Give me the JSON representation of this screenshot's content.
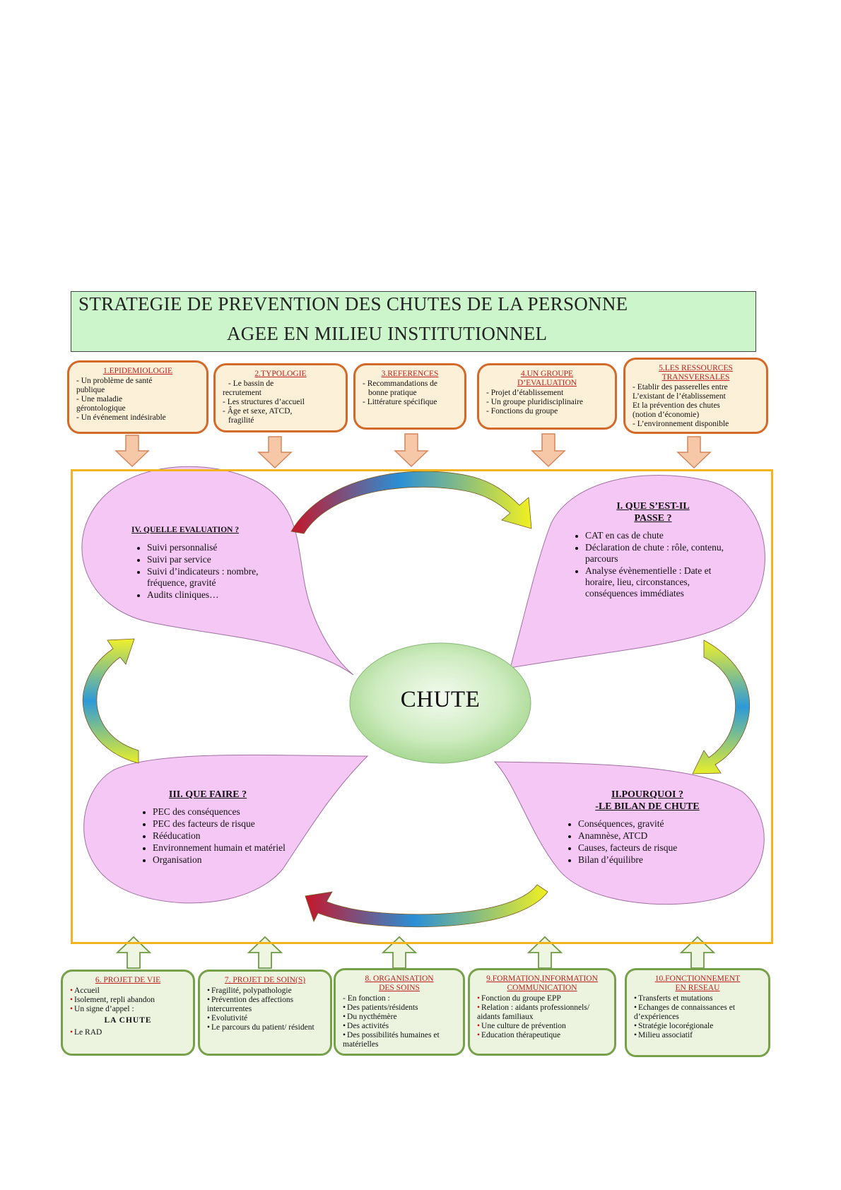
{
  "title": {
    "line1": "STRATEGIE DE PREVENTION DES CHUTES DE LA PERSONNE",
    "line2": "AGEE EN MILIEU INSTITUTIONNEL"
  },
  "top_boxes": [
    {
      "heading": "1.EPIDEMIOLOGIE",
      "items": [
        "- Un problème de santé",
        "publique",
        "- Une maladie",
        "gérontologique",
        "- Un événement indésirable"
      ]
    },
    {
      "heading": "2.TYPOLOGIE",
      "items": [
        "- Le bassin de",
        "recrutement",
        "- Les structures d’accueil",
        "- Âge et sexe, ATCD,",
        "fragilité"
      ]
    },
    {
      "heading": "3.REFERENCES",
      "items": [
        "- Recommandations de",
        "bonne pratique",
        "- Littérature spécifique"
      ]
    },
    {
      "heading1": "4.UN GROUPE",
      "heading2": "D’EVALUATION",
      "items": [
        "- Projet d’établissement",
        "- Un groupe pluridisciplinaire",
        "- Fonctions du groupe"
      ]
    },
    {
      "heading1": "5.LES RESSOURCES",
      "heading2": "TRANSVERSALES",
      "items": [
        "- Etablir des passerelles entre",
        "L’existant de l’établissement",
        "Et la prévention des chutes",
        "(notion d’économie)",
        "- L’environnement disponible"
      ]
    }
  ],
  "center": {
    "label": "CHUTE"
  },
  "petals": {
    "q1": {
      "heading1": "I. QUE S’EST-IL",
      "heading2": "PASSE ?",
      "items": [
        "CAT en cas de chute",
        "Déclaration de chute : rôle, contenu, parcours",
        "Analyse évènementielle : Date et horaire, lieu, circonstances, conséquences immédiates"
      ]
    },
    "q2": {
      "heading1": "II.POURQUOI ?",
      "heading2": "-LE BILAN DE CHUTE",
      "items": [
        "Conséquences, gravité",
        "Anamnèse, ATCD",
        "Causes, facteurs de risque",
        "Bilan d’équilibre"
      ]
    },
    "q3": {
      "heading1": "III. QUE FAIRE ?",
      "items": [
        "PEC des conséquences",
        "PEC des facteurs de risque",
        "Rééducation",
        "Environnement humain et matériel",
        "Organisation"
      ]
    },
    "q4": {
      "heading1": "IV. QUELLE EVALUATION ?",
      "items": [
        "Suivi personnalisé",
        "Suivi par service",
        "Suivi d’indicateurs : nombre, fréquence, gravité",
        "Audits cliniques…"
      ]
    }
  },
  "bottom_boxes": [
    {
      "heading": "6. PROJET DE VIE",
      "items": [
        "Accueil",
        "Isolement, repli abandon",
        "Un signe d’appel :"
      ],
      "center": "LA CHUTE",
      "last": "Le RAD"
    },
    {
      "heading": "7. PROJET DE SOIN(S)",
      "items": [
        "Fragilité, polypathologie",
        "Prévention des affections intercurrentes",
        "Evolutivité",
        "Le parcours du patient/ résident"
      ]
    },
    {
      "heading1": "8. ORGANISATION",
      "heading2": "DES SOINS",
      "intro": "- En fonction :",
      "items": [
        "Des patients/résidents",
        "Du nycthémère",
        "Des activités",
        "Des possibilités humaines et matérielles"
      ]
    },
    {
      "heading1": "9.FORMATION,INFORMATION",
      "heading2": "COMMUNICATION",
      "items": [
        "Fonction du groupe EPP",
        "Relation : aidants professionnels/ aidants familiaux",
        "Une culture de prévention",
        "Education thérapeutique"
      ]
    },
    {
      "heading1": "10.FONCTIONNEMENT",
      "heading2": "EN RESEAU",
      "items": [
        "Transferts et mutations",
        "Echanges de connaissances et d’expériences",
        "Stratégie locorégionale",
        "Milieu associatif"
      ]
    }
  ],
  "colors": {
    "title_bg": "#ccf5cc",
    "top_box_bg": "#fdf0d8",
    "top_box_border": "#d46a2a",
    "bottom_box_bg": "#ecf4e0",
    "bottom_box_border": "#76a14a",
    "petal": "#f4c4f4",
    "frame": "#f2b41e",
    "heading_red": "#c0201c"
  }
}
